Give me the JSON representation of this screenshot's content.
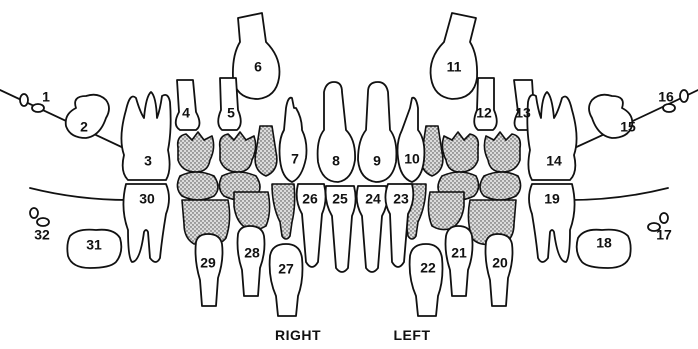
{
  "labels": {
    "right": "RIGHT",
    "left": "LEFT"
  },
  "teeth": [
    {
      "num": "1"
    },
    {
      "num": "2"
    },
    {
      "num": "3"
    },
    {
      "num": "4"
    },
    {
      "num": "5"
    },
    {
      "num": "6"
    },
    {
      "num": "7"
    },
    {
      "num": "8"
    },
    {
      "num": "9"
    },
    {
      "num": "10"
    },
    {
      "num": "11"
    },
    {
      "num": "12"
    },
    {
      "num": "13"
    },
    {
      "num": "14"
    },
    {
      "num": "15"
    },
    {
      "num": "16"
    },
    {
      "num": "17"
    },
    {
      "num": "18"
    },
    {
      "num": "19"
    },
    {
      "num": "20"
    },
    {
      "num": "21"
    },
    {
      "num": "22"
    },
    {
      "num": "23"
    },
    {
      "num": "24"
    },
    {
      "num": "25"
    },
    {
      "num": "26"
    },
    {
      "num": "27"
    },
    {
      "num": "28"
    },
    {
      "num": "29"
    },
    {
      "num": "30"
    },
    {
      "num": "31"
    },
    {
      "num": "32"
    }
  ]
}
